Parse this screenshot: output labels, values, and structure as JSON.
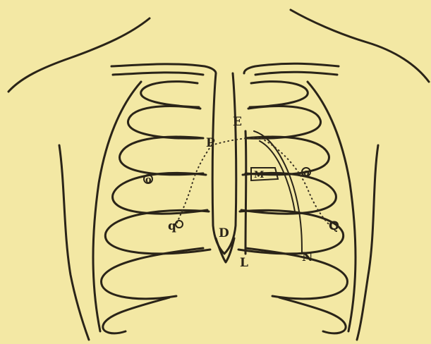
{
  "colors": {
    "paper": "#f3e8a4",
    "ink": "#2a2418"
  },
  "labels": {
    "E": "E",
    "P": "P",
    "M": "M",
    "q": "q",
    "D": "D",
    "L": "L",
    "N": "N",
    "Q": "Q",
    "small_o": "o"
  }
}
